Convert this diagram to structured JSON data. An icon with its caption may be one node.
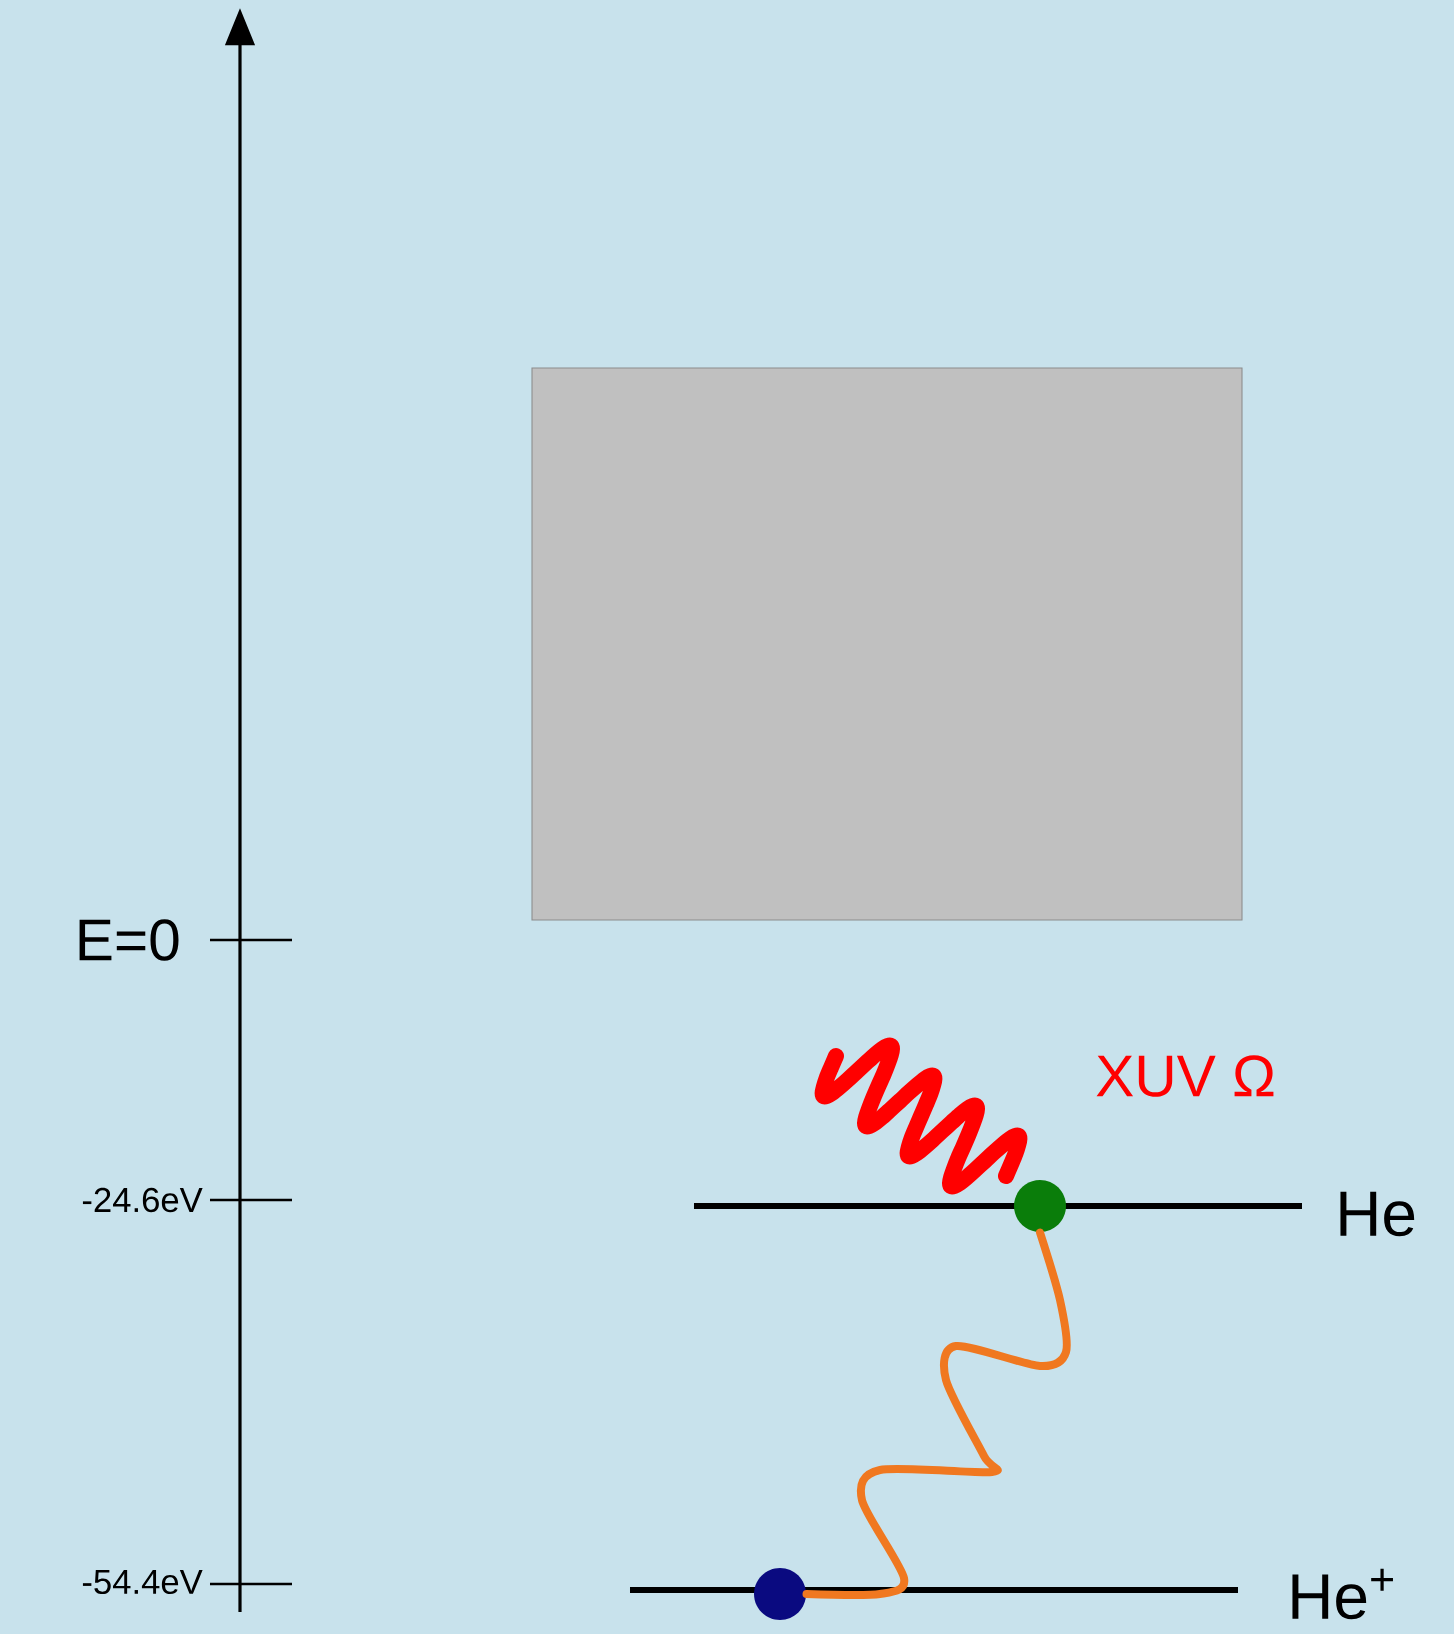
{
  "diagram": {
    "nodes": [
      {
        "text": [],
        "shape": "box"
      },
      {
        "text": [],
        "shape": "circle"
      },
      {
        "text": [],
        "shape": "circle"
      }
    ],
    "edges": [
      {
        "from": 1,
        "to": 2,
        "arrow": "none",
        "color": "#f07820"
      }
    ],
    "labels": [
      "E=0",
      "-24.6eV",
      "XUV Ω",
      "He",
      "-54.4eV",
      "He$^{+}$"
    ]
  }
}
